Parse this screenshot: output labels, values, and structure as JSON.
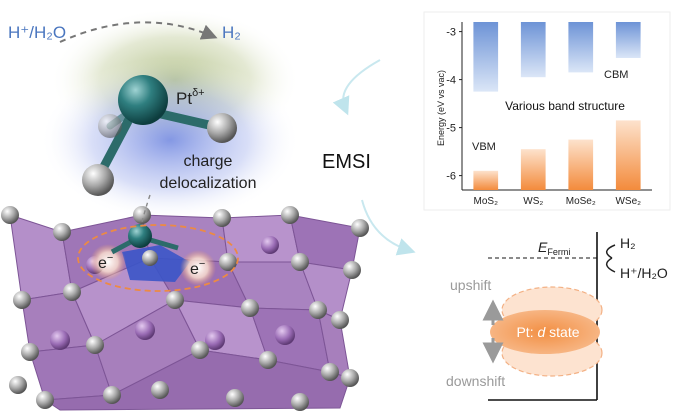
{
  "left_panel": {
    "reactant": "H⁺/H₂O",
    "product": "H₂",
    "pt_label": "Pt",
    "pt_sup": "δ+",
    "charge_line1": "charge",
    "charge_line2": "delocalization",
    "electron_left": "e",
    "electron_right": "e",
    "electron_sup": "−"
  },
  "center": {
    "emsi": "EMSI"
  },
  "chart_data": {
    "type": "bar",
    "categories": [
      "MoS₂",
      "WS₂",
      "MoSe₂",
      "WSe₂"
    ],
    "series": [
      {
        "name": "CBM",
        "values": [
          -4.25,
          -3.95,
          -3.85,
          -3.55
        ]
      },
      {
        "name": "VBM",
        "values": [
          -5.9,
          -5.45,
          -5.25,
          -4.85
        ]
      }
    ],
    "ylabel": "Energy (eV vs vac)",
    "ylim": [
      -6.3,
      -2.8
    ],
    "yticks": [
      -3,
      -4,
      -5,
      -6
    ],
    "annotations": {
      "cbm": "CBM",
      "vbm": "VBM",
      "center": "Various band structure"
    },
    "colors": {
      "cbm": "#7ea2dc",
      "vbm": "#f59a55"
    }
  },
  "band_diagram": {
    "e_fermi": "E",
    "e_fermi_sub": "Fermi",
    "h2": "H₂",
    "hplus": "H⁺/H₂O",
    "upshift": "upshift",
    "downshift": "downshift",
    "dstate_prefix": "Pt: ",
    "dstate_italic": "d",
    "dstate_suffix": " state"
  },
  "colors": {
    "polyhedra": "#a77fbc",
    "ptatom": "#1c6d6d",
    "orange": "#f5a262",
    "blue_glow": "#8fa6e8",
    "green_glow": "#b8c78a"
  }
}
